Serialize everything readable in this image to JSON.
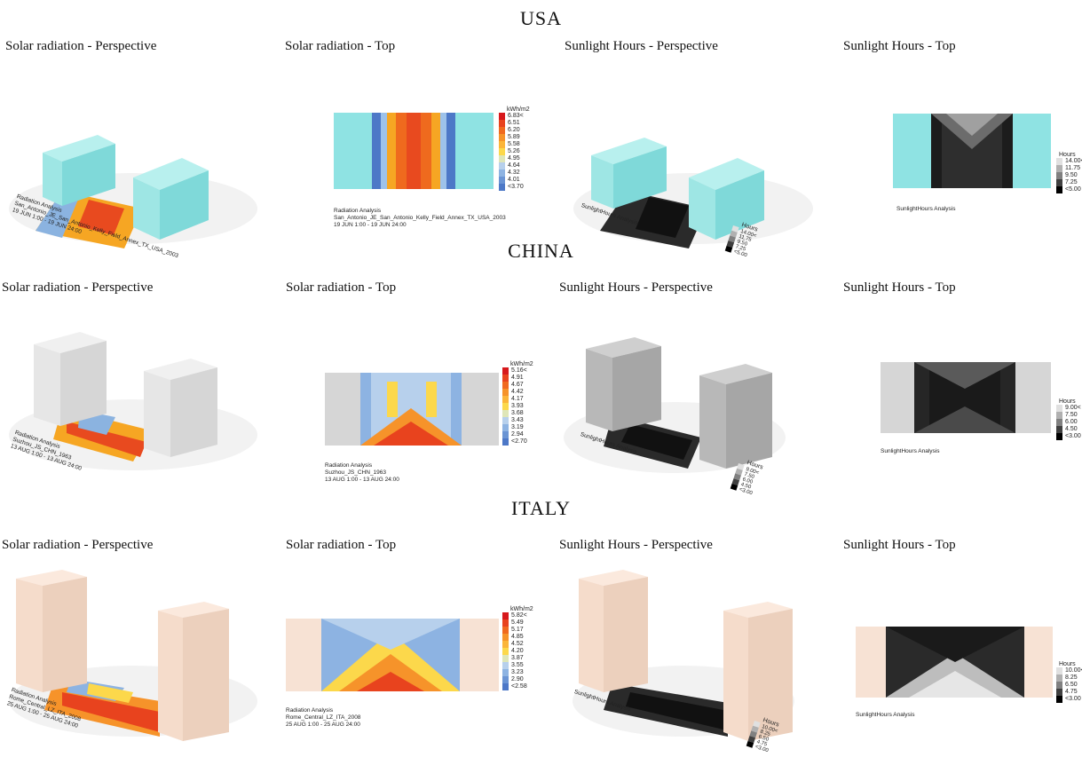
{
  "colors": {
    "usa_block": "#8fe3e3",
    "china_block": "#d6d6d6",
    "italy_block": "#f7e2d4"
  },
  "sections": [
    {
      "country": "USA",
      "titles": [
        "Solar radiation - Perspective",
        "Solar radiation - Top",
        "Sunlight Hours - Perspective",
        "Sunlight Hours - Top"
      ],
      "rad_caption": [
        "Radiation Analysis",
        "San_Antonio_JE_San_Antonio_Kelly_Field_Annex_TX_USA_2003",
        "19 JUN 1:00 - 19 JUN 24:00"
      ],
      "rad_unit": "kWh/m2",
      "rad_labels": [
        "6.83<",
        "6.51",
        "6.20",
        "5.89",
        "5.58",
        "5.26",
        "4.95",
        "4.64",
        "4.32",
        "4.01",
        "<3.70"
      ],
      "sun_caption": "SunlightHours Analysis",
      "sun_unit": "Hours",
      "sun_labels": [
        "14.00<",
        "11.75",
        "9.50",
        "7.25",
        "<5.00"
      ]
    },
    {
      "country": "CHINA",
      "titles": [
        "Solar radiation - Perspective",
        "Solar radiation - Top",
        "Sunlight Hours - Perspective",
        "Sunlight Hours - Top"
      ],
      "rad_caption": [
        "Radiation Analysis",
        "Suzhou_JS_CHN_1963",
        "13 AUG 1:00 - 13 AUG 24:00"
      ],
      "rad_unit": "kWh/m2",
      "rad_labels": [
        "5.16<",
        "4.91",
        "4.67",
        "4.42",
        "4.17",
        "3.93",
        "3.68",
        "3.43",
        "3.19",
        "2.94",
        "<2.70"
      ],
      "sun_caption": "SunlightHours Analysis",
      "sun_unit": "Hours",
      "sun_labels": [
        "9.00<",
        "7.50",
        "6.00",
        "4.50",
        "<3.00"
      ]
    },
    {
      "country": "ITALY",
      "titles": [
        "Solar radiation - Perspective",
        "Solar radiation - Top",
        "Sunlight Hours - Perspective",
        "Sunlight Hours - Top"
      ],
      "rad_caption": [
        "Radiation Analysis",
        "Rome_Central_LZ_ITA_2008",
        "25 AUG 1:00 - 25 AUG 24:00"
      ],
      "rad_unit": "kWh/m2",
      "rad_labels": [
        "5.82<",
        "5.49",
        "5.17",
        "4.85",
        "4.52",
        "4.20",
        "3.87",
        "3.55",
        "3.23",
        "2.90",
        "<2.58"
      ],
      "sun_caption": "SunlightHours Analysis",
      "sun_unit": "Hours",
      "sun_labels": [
        "10.00<",
        "8.25",
        "6.50",
        "4.75",
        "<3.00"
      ]
    }
  ]
}
